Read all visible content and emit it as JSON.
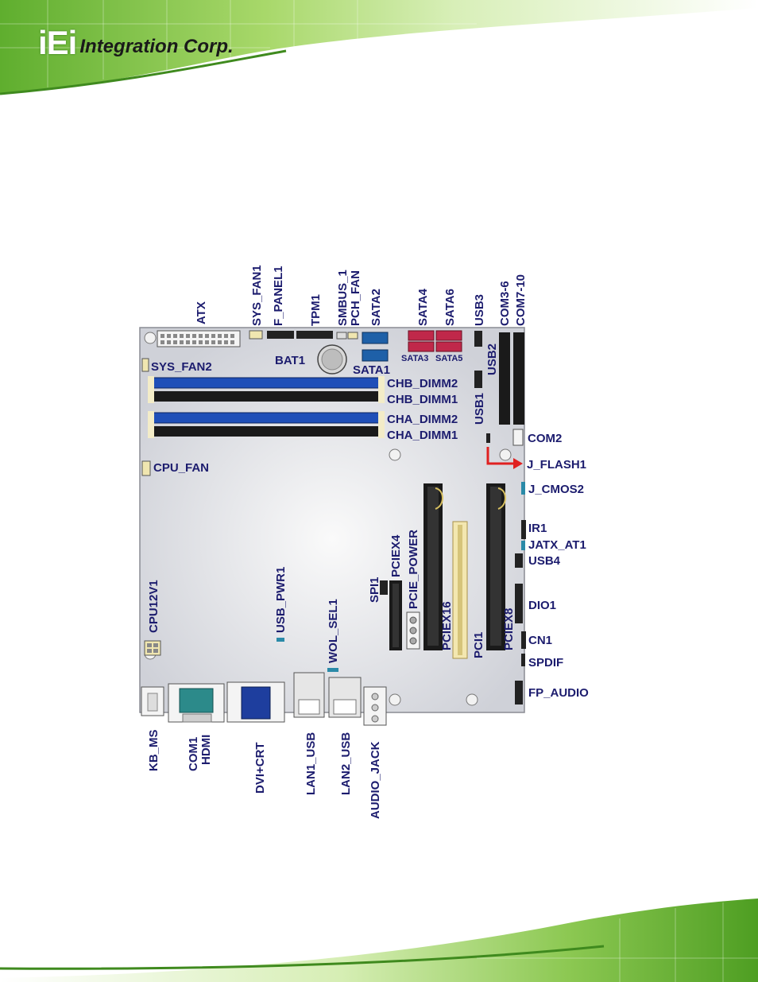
{
  "brand": {
    "logo_mark": "iEi",
    "logo_text": "Integration Corp."
  },
  "colors": {
    "label": "#1c1c6e",
    "board": "#dcdde2",
    "dimm_blue": "#1f4fb8",
    "dimm_black": "#1a1a1a",
    "sata_red": "#c0284a",
    "sata_blue": "#1e60a8",
    "arrow_red": "#e02020",
    "header_green": "#7fc24a"
  },
  "labels": {
    "atx": "ATX",
    "sys_fan1": "SYS_FAN1",
    "f_panel1": "F_PANEL1",
    "tpm1": "TPM1",
    "smbus_1": "SMBUS_1",
    "pch_fan": "PCH_FAN",
    "sata2": "SATA2",
    "sata4": "SATA4",
    "sata6": "SATA6",
    "usb3": "USB3",
    "com3_6": "COM3-6",
    "com7_10": "COM7-10",
    "sys_fan2": "SYS_FAN2",
    "bat1": "BAT1",
    "sata1": "SATA1",
    "sata3": "SATA3",
    "sata5": "SATA5",
    "usb2": "USB2",
    "usb1": "USB1",
    "chb_dimm2": "CHB_DIMM2",
    "chb_dimm1": "CHB_DIMM1",
    "cha_dimm2": "CHA_DIMM2",
    "cha_dimm1": "CHA_DIMM1",
    "com2": "COM2",
    "j_flash1": "J_FLASH1",
    "cpu_fan": "CPU_FAN",
    "j_cmos2": "J_CMOS2",
    "ir1": "IR1",
    "jatx_at1": "JATX_AT1",
    "usb4": "USB4",
    "dio1": "DIO1",
    "cn1": "CN1",
    "spdif": "SPDIF",
    "fp_audio": "FP_AUDIO",
    "cpu12v1": "CPU12V1",
    "usb_pwr1": "USB_PWR1",
    "wol_sel1": "WOL_SEL1",
    "spi1": "SPI1",
    "pciex4": "PCIEX4",
    "pcie_power": "PCIE_POWER",
    "pciex16": "PCIEX16",
    "pci1": "PCI1",
    "pciex8": "PCIEX8",
    "kb_ms": "KB_MS",
    "com1": "COM1",
    "hdmi": "HDMI",
    "dvi_crt": "DVI+CRT",
    "lan1_usb": "LAN1_USB",
    "lan2_usb": "LAN2_USB",
    "audio_jack": "AUDIO_JACK"
  }
}
